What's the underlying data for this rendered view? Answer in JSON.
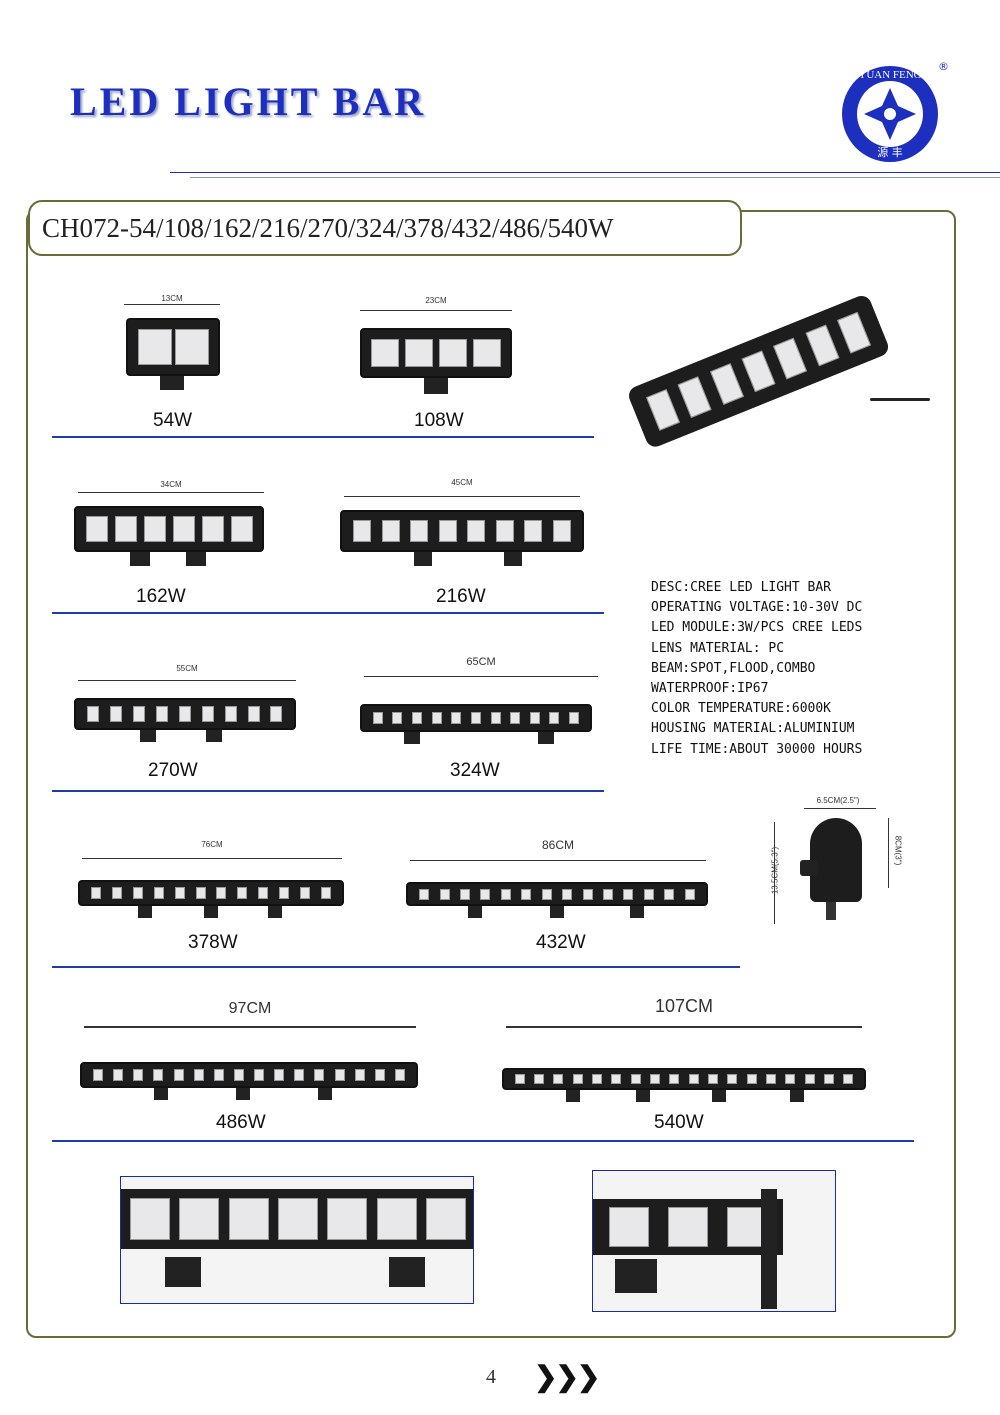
{
  "page": {
    "title": "LED  LIGHT  BAR",
    "model": "CH072-54/108/162/216/270/324/378/432/486/540W",
    "page_number": "4",
    "next_arrows": "❯❯❯"
  },
  "logo": {
    "text_top": "YUAN FENG",
    "text_bottom": "源 丰",
    "registered": "®",
    "color": "#1c2fbf"
  },
  "colors": {
    "accent": "#1c2fbf",
    "frame": "#6b6b3a",
    "separator": "#1f3bb0"
  },
  "products": [
    {
      "size": "13CM",
      "watt": "54W"
    },
    {
      "size": "23CM",
      "watt": "108W"
    },
    {
      "size": "34CM",
      "watt": "162W"
    },
    {
      "size": "45CM",
      "watt": "216W"
    },
    {
      "size": "55CM",
      "watt": "270W"
    },
    {
      "size": "65CM",
      "watt": "324W"
    },
    {
      "size": "76CM",
      "watt": "378W"
    },
    {
      "size": "86CM",
      "watt": "432W"
    },
    {
      "size": "97CM",
      "watt": "486W"
    },
    {
      "size": "107CM",
      "watt": "540W"
    }
  ],
  "specs": [
    "DESC:CREE LED LIGHT BAR",
    "OPERATING VOLTAGE:10-30V DC",
    "LED MODULE:3W/PCS CREE LEDS",
    "LENS MATERIAL: PC",
    "BEAM:SPOT,FLOOD,COMBO",
    "WATERPROOF:IP67",
    "COLOR TEMPERATURE:6000K",
    "HOUSING MATERIAL:ALUMINIUM",
    "LIFE TIME:ABOUT 30000 HOURS"
  ],
  "side_view": {
    "width": "6.5CM(2.5\")",
    "height": "13.5CM(5.3\")",
    "depth": "8CM(3\")"
  }
}
